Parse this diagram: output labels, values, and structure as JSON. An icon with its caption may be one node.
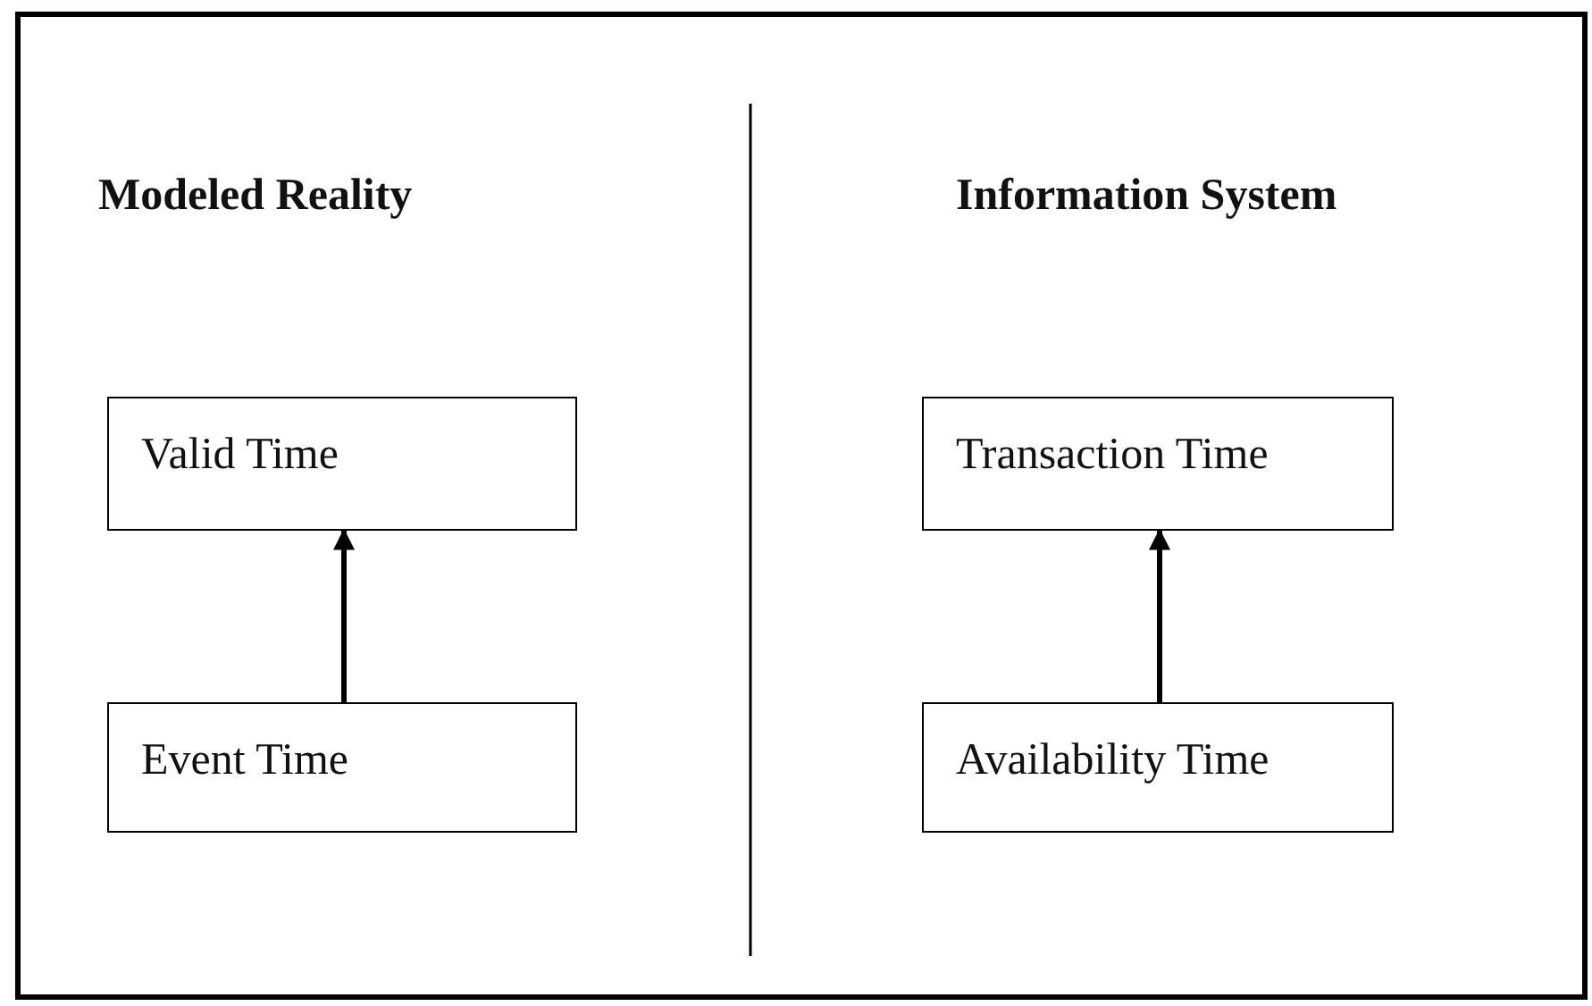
{
  "diagram": {
    "nodes": [
      {
        "text": [
          "Valid Time"
        ]
      },
      {
        "text": [
          "Transaction Time"
        ]
      },
      {
        "text": [
          "Event Time"
        ]
      },
      {
        "text": [
          "Availability Time"
        ]
      }
    ],
    "edges": [
      {
        "from": 2,
        "to": 0,
        "arrow": "to"
      },
      {
        "from": 3,
        "to": 1,
        "arrow": "to"
      }
    ],
    "labels": [
      "Modeled Reality",
      "Information System"
    ]
  }
}
